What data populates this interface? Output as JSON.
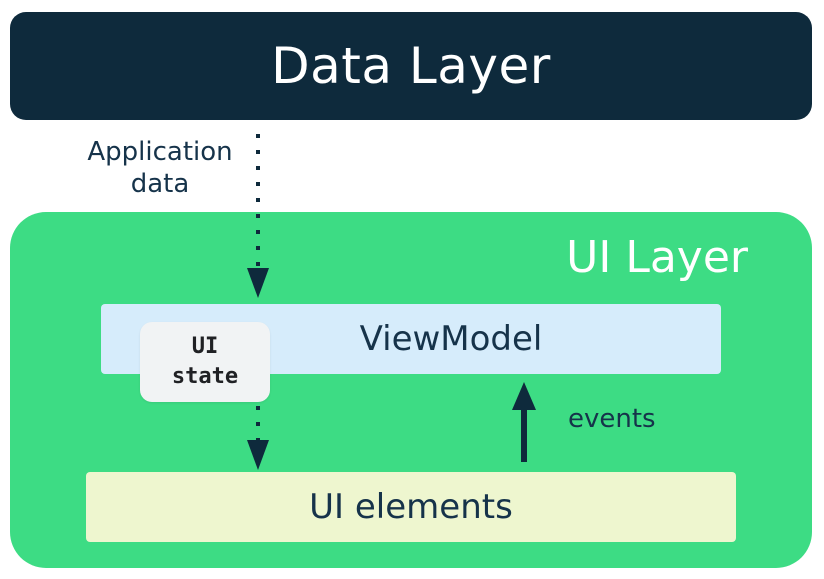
{
  "data_layer": {
    "title": "Data Layer"
  },
  "application_data": {
    "line1": "Application",
    "line2": "data"
  },
  "ui_layer": {
    "title": "UI Layer",
    "viewmodel": "ViewModel",
    "ui_state": {
      "line1": "UI",
      "line2": "state"
    },
    "events": "events",
    "ui_elements": "UI elements"
  },
  "colors": {
    "data_layer_bg": "#0e2a3c",
    "ui_layer_bg": "#3ddc84",
    "viewmodel_bg": "#d6ecfb",
    "ui_elements_bg": "#eef6cf",
    "ui_state_bg": "#f1f3f4",
    "text_dark": "#16334a"
  },
  "icons": [
    "dotted-arrow-down-icon",
    "dotted-arrow-down-icon",
    "solid-arrow-up-icon"
  ]
}
